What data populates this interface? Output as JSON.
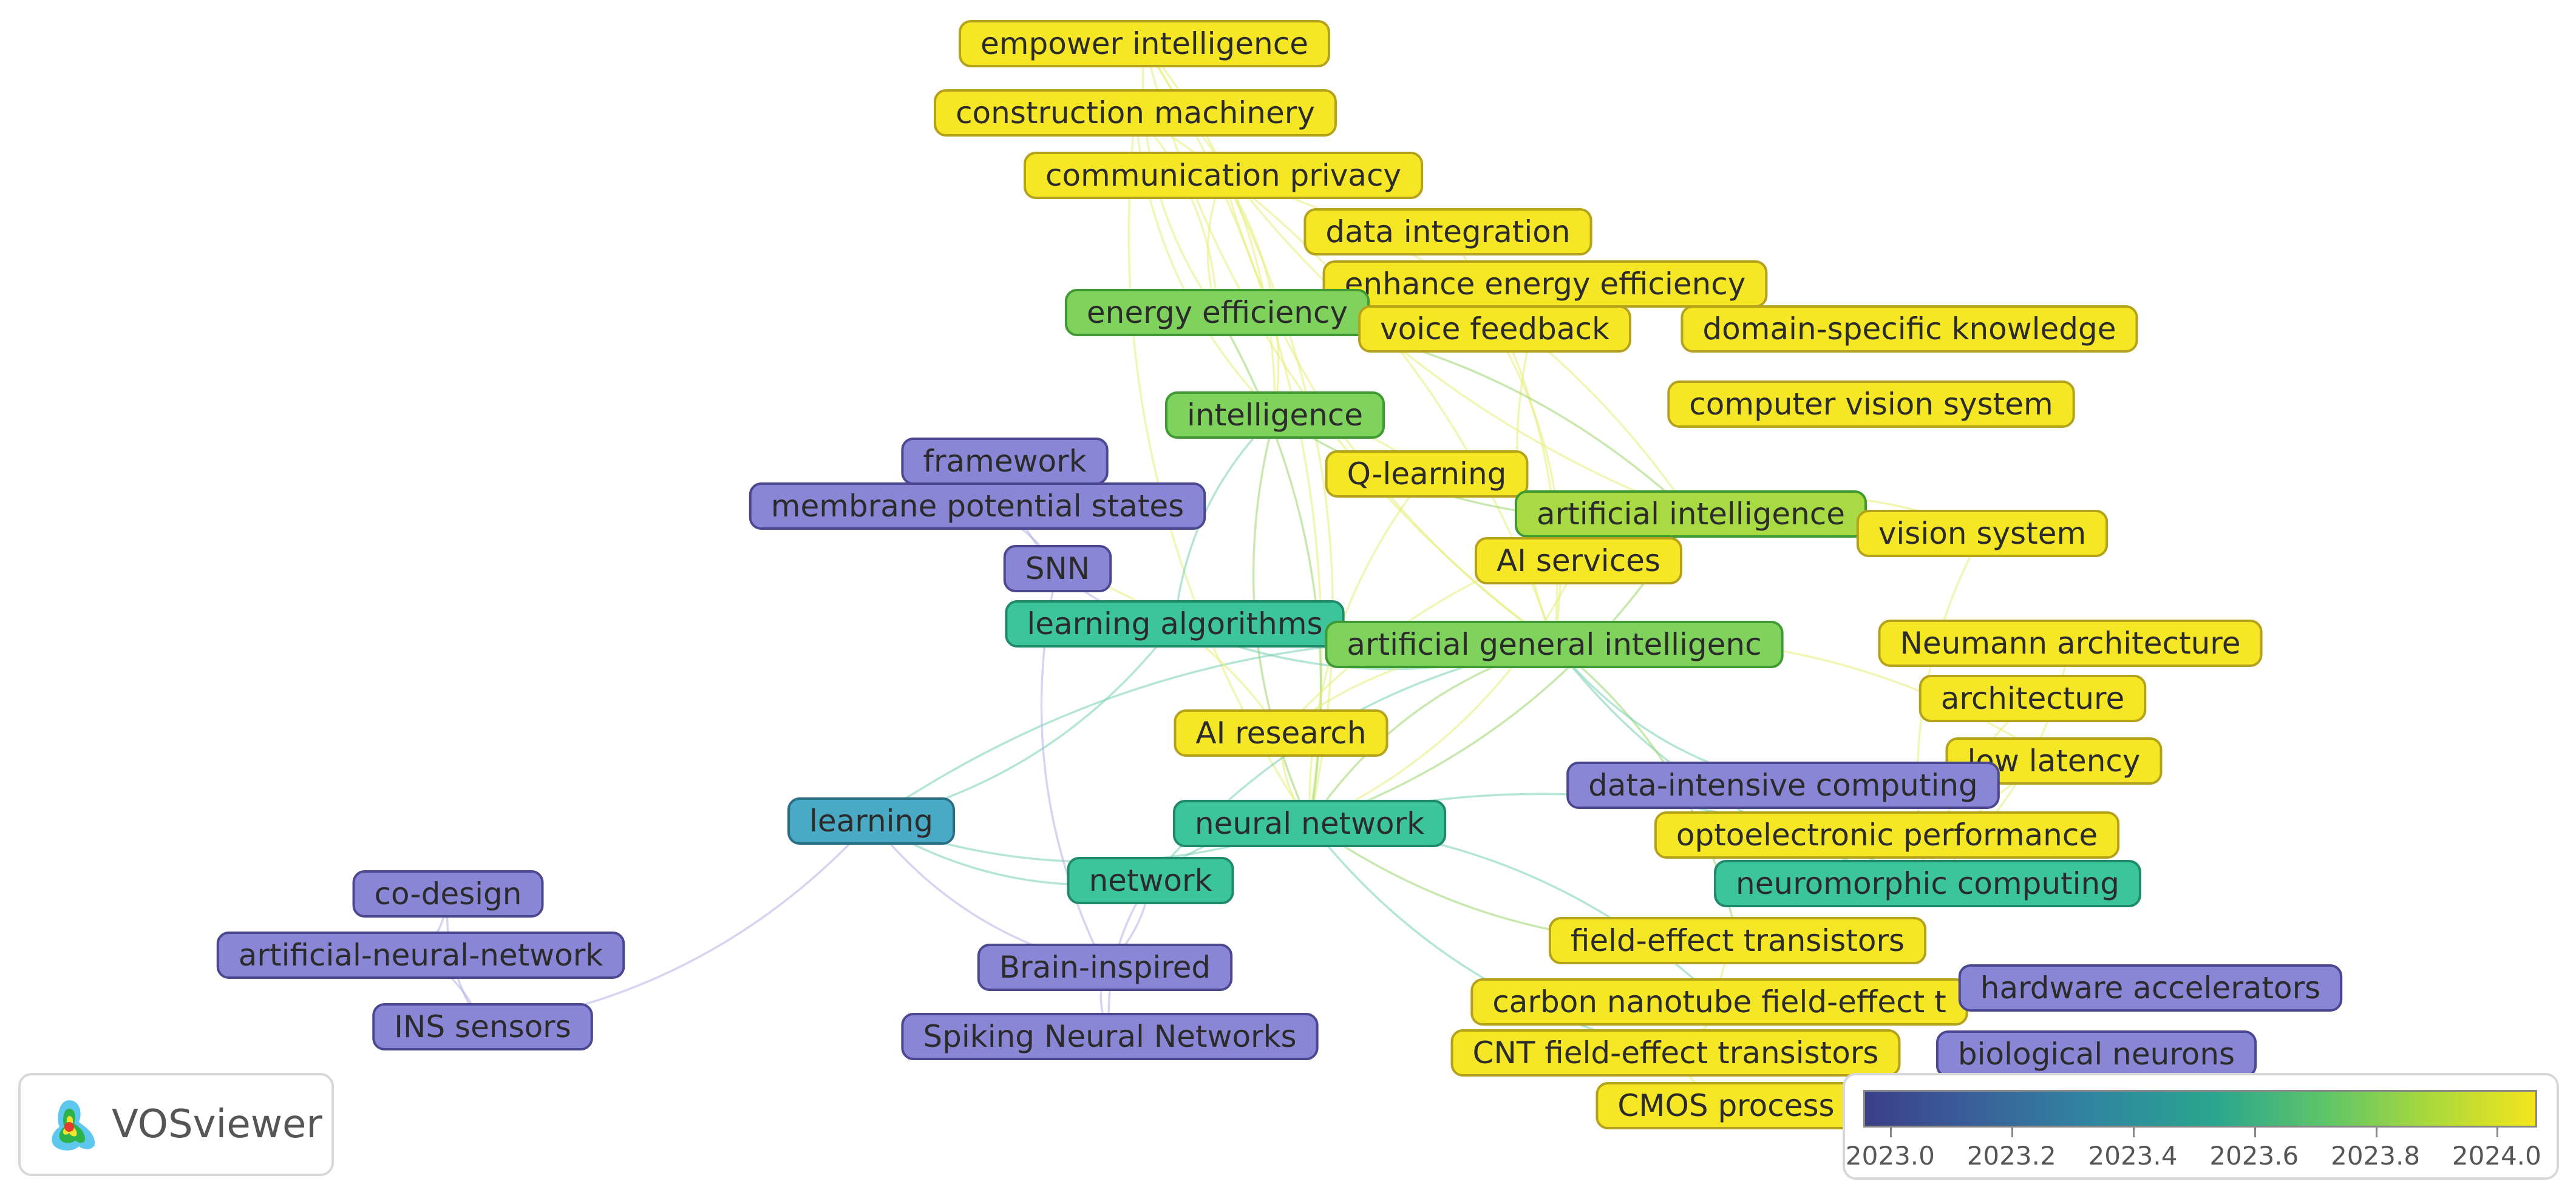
{
  "brand": {
    "name": "VOSviewer",
    "icon": "vosviewer-logo-icon"
  },
  "colors": {
    "yellow": "#f5e626",
    "yellow_stroke": "#b3a21a",
    "lime": "#a8db43",
    "green": "#7fd35c",
    "green_stroke": "#3f9a33",
    "teal": "#3cc59a",
    "teal_stroke": "#1f8a6a",
    "blue_teal": "#4aa9c4",
    "blue_teal_stroke": "#2a6e84",
    "purple": "#8a86d6",
    "purple_stroke": "#4b4790",
    "link_yellow": "#e6ef7a",
    "link_green": "#9ad670",
    "link_teal": "#79cfb0",
    "link_purple": "#b3b0e6"
  },
  "nodes": [
    {
      "id": "empower-intelligence",
      "label": "empower intelligence",
      "color": "yellow"
    },
    {
      "id": "construction-machinery",
      "label": "construction machinery",
      "color": "yellow"
    },
    {
      "id": "communication-privacy",
      "label": "communication privacy",
      "color": "yellow"
    },
    {
      "id": "data-integration",
      "label": "data integration",
      "color": "yellow"
    },
    {
      "id": "enhance-energy-efficiency",
      "label": "enhance energy efficiency",
      "color": "yellow"
    },
    {
      "id": "energy-efficiency",
      "label": "energy efficiency",
      "color": "green"
    },
    {
      "id": "voice-feedback",
      "label": "voice feedback",
      "color": "yellow"
    },
    {
      "id": "domain-specific-knowledge",
      "label": "domain-specific knowledge",
      "color": "yellow"
    },
    {
      "id": "computer-vision-system",
      "label": "computer vision system",
      "color": "yellow"
    },
    {
      "id": "intelligence",
      "label": "intelligence",
      "color": "green"
    },
    {
      "id": "framework",
      "label": "framework",
      "color": "purple"
    },
    {
      "id": "q-learning",
      "label": "Q-learning",
      "color": "yellow"
    },
    {
      "id": "membrane-potential-states",
      "label": "membrane potential states",
      "color": "purple"
    },
    {
      "id": "artificial-intelligence",
      "label": "artificial intelligence",
      "color": "lime"
    },
    {
      "id": "vision-system",
      "label": "vision system",
      "color": "yellow"
    },
    {
      "id": "snn",
      "label": "SNN",
      "color": "purple"
    },
    {
      "id": "ai-services",
      "label": "AI services",
      "color": "yellow"
    },
    {
      "id": "learning-algorithms",
      "label": "learning algorithms",
      "color": "teal"
    },
    {
      "id": "artificial-general-intelligence",
      "label": "artificial general intelligenc",
      "color": "green"
    },
    {
      "id": "neumann-architecture",
      "label": "Neumann architecture",
      "color": "yellow"
    },
    {
      "id": "architecture",
      "label": "architecture",
      "color": "yellow"
    },
    {
      "id": "ai-research",
      "label": "AI research",
      "color": "yellow"
    },
    {
      "id": "low-latency",
      "label": "low latency",
      "color": "yellow"
    },
    {
      "id": "data-intensive-computing",
      "label": "data-intensive computing",
      "color": "purple"
    },
    {
      "id": "learning",
      "label": "learning",
      "color": "blue_teal"
    },
    {
      "id": "neural-network",
      "label": "neural network",
      "color": "teal"
    },
    {
      "id": "optoelectronic-performance",
      "label": "optoelectronic performance",
      "color": "yellow"
    },
    {
      "id": "network",
      "label": "network",
      "color": "teal"
    },
    {
      "id": "neuromorphic-computing",
      "label": "neuromorphic computing",
      "color": "teal"
    },
    {
      "id": "co-design",
      "label": "co-design",
      "color": "purple"
    },
    {
      "id": "field-effect-transistors",
      "label": "field-effect transistors",
      "color": "yellow"
    },
    {
      "id": "artificial-neural-network",
      "label": "artificial-neural-network",
      "color": "purple"
    },
    {
      "id": "brain-inspired",
      "label": "Brain-inspired",
      "color": "purple"
    },
    {
      "id": "carbon-nanotube-field-effect",
      "label": "carbon nanotube field-effect t",
      "color": "yellow"
    },
    {
      "id": "hardware-accelerators",
      "label": "hardware accelerators",
      "color": "purple"
    },
    {
      "id": "ins-sensors",
      "label": "INS sensors",
      "color": "purple"
    },
    {
      "id": "spiking-neural-networks",
      "label": "Spiking Neural Networks",
      "color": "purple"
    },
    {
      "id": "cnt-field-effect-transistors",
      "label": "CNT field-effect transistors",
      "color": "yellow"
    },
    {
      "id": "biological-neurons",
      "label": "biological neurons",
      "color": "purple"
    },
    {
      "id": "cmos-process",
      "label": "CMOS process",
      "color": "yellow"
    }
  ],
  "legend": {
    "ticks": [
      "2023.0",
      "2023.2",
      "2023.4",
      "2023.6",
      "2023.8",
      "2024.0"
    ]
  }
}
